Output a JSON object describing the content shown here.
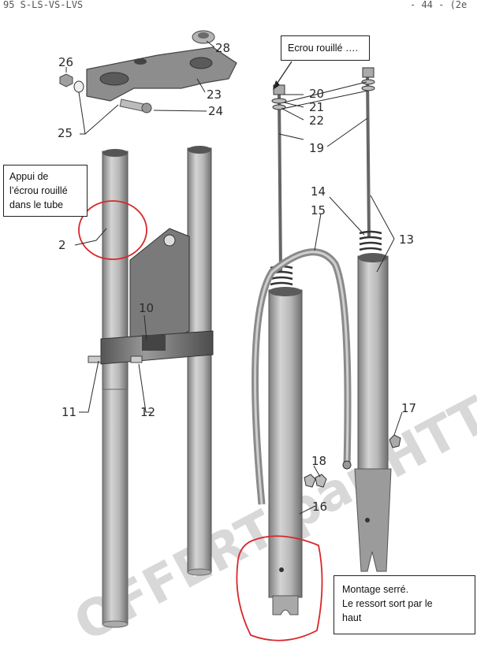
{
  "header": {
    "left": "95 S-LS-VS-LVS",
    "right": "- 44 - (2e"
  },
  "watermark": "OFFERT par HTTP://en",
  "notes": {
    "rusty_nut": "Ecrou rouillé ….",
    "support_lines": [
      "Appui de",
      "l’écrou rouillé",
      "dans le tube"
    ],
    "fitting_lines": [
      "Montage serré.",
      "Le ressort sort par le",
      "haut"
    ]
  },
  "part_numbers": {
    "n2": "2",
    "n10": "10",
    "n11": "11",
    "n12": "12",
    "n13": "13",
    "n14": "14",
    "n15": "15",
    "n16": "16",
    "n17": "17",
    "n18": "18",
    "n19": "19",
    "n20": "20",
    "n21": "21",
    "n22": "22",
    "n23": "23",
    "n24": "24",
    "n25": "25",
    "n26": "26",
    "n28": "28"
  },
  "colors": {
    "annotation_circle": "#d9262a",
    "metal": "#a9a9a9",
    "ink": "#222222"
  }
}
